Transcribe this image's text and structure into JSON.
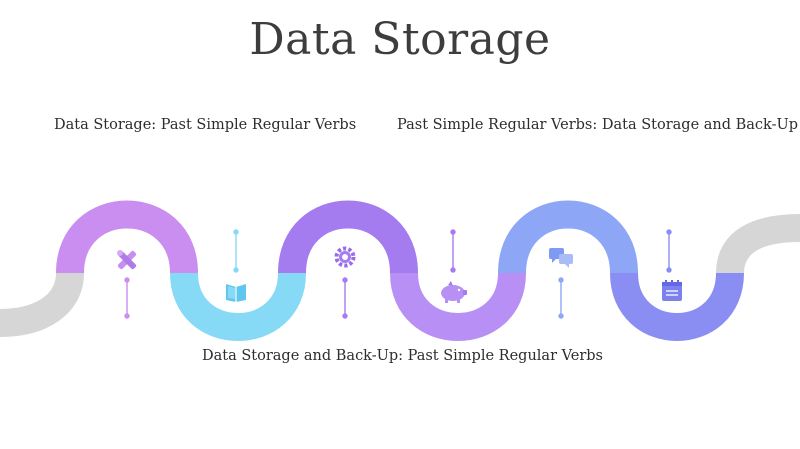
{
  "title": "Data Storage",
  "labels": [
    "Data Storage: Past Simple Regular Verbs",
    "Past Simple Regular Verbs: Data Storage and Back-Up",
    "Data Storage and Back-Up: Past Simple Regular Verbs"
  ],
  "icons": [
    "cross-icon",
    "book-icon",
    "gear-icon",
    "piggy-bank-icon",
    "chat-bubbles-icon",
    "notepad-icon"
  ],
  "colors": {
    "gray": "#d6d6d6",
    "violet": "#c98ef0",
    "cyan": "#86daf6",
    "purple": "#a57cf0",
    "lavender": "#b890f5",
    "blue": "#8ea6f6",
    "indigo": "#8a8ef2"
  }
}
